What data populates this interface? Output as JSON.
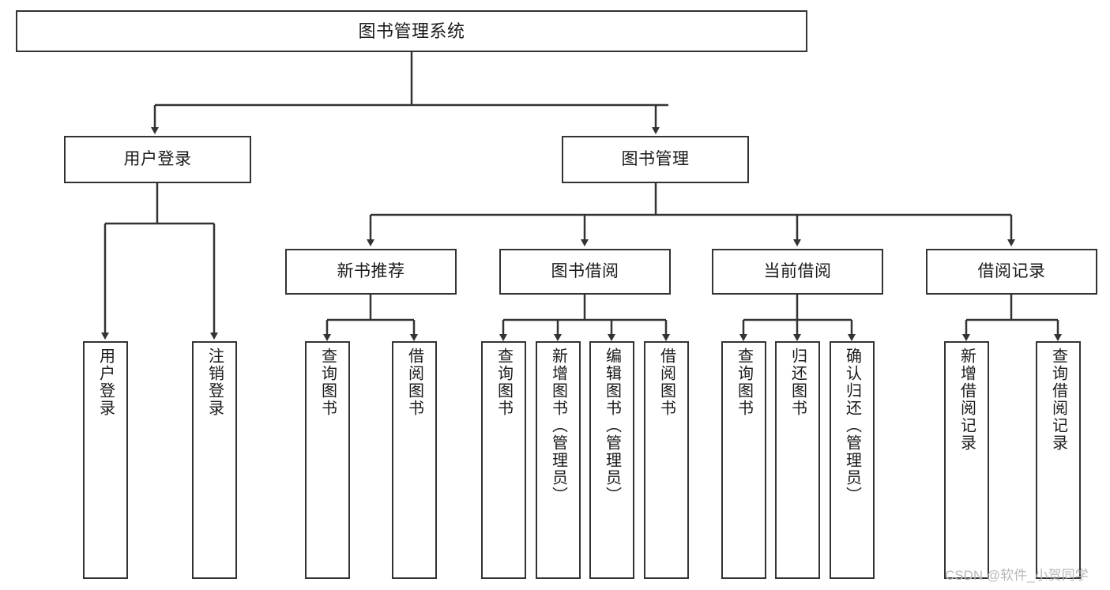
{
  "diagram": {
    "title": "图书管理系统",
    "type": "functional-structure-tree",
    "root": {
      "label": "图书管理系统"
    },
    "level2": [
      {
        "label": "用户登录"
      },
      {
        "label": "图书管理"
      }
    ],
    "level3": [
      {
        "label": "新书推荐"
      },
      {
        "label": "图书借阅"
      },
      {
        "label": "当前借阅"
      },
      {
        "label": "借阅记录"
      }
    ],
    "leaves": {
      "user_login": [
        {
          "label": "用户登录"
        },
        {
          "label": "注销登录"
        }
      ],
      "new_book_recommend": [
        {
          "label": "查询图书"
        },
        {
          "label": "借阅图书"
        }
      ],
      "book_borrow": [
        {
          "label": "查询图书"
        },
        {
          "label": "新增图书（管理员）"
        },
        {
          "label": "编辑图书（管理员）"
        },
        {
          "label": "借阅图书"
        }
      ],
      "current_borrow": [
        {
          "label": "查询图书"
        },
        {
          "label": "归还图书"
        },
        {
          "label": "确认归还（管理员）"
        }
      ],
      "borrow_record": [
        {
          "label": "新增借阅记录"
        },
        {
          "label": "查询借阅记录"
        }
      ]
    }
  },
  "watermark": {
    "text": "CSDN @软件_小贺同学"
  },
  "colors": {
    "border": "#333333",
    "text": "#1a1a1a",
    "background": "#ffffff",
    "watermark": "#b9b9b9"
  }
}
